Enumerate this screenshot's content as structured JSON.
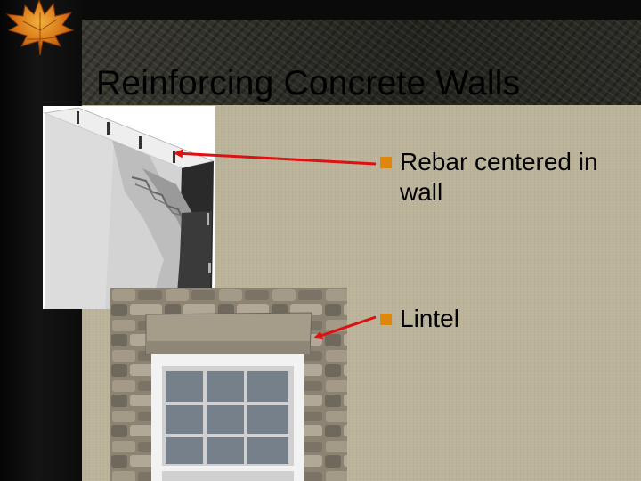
{
  "slide": {
    "title": "Reinforcing Concrete Walls",
    "bullets": [
      {
        "label": "Rebar centered in wall"
      },
      {
        "label": "Lintel"
      }
    ]
  },
  "colors": {
    "content_background": "#bcb49a",
    "bullet_marker": "#e0860a",
    "arrow": "#dd1111"
  },
  "icons": [
    "maple-leaf-icon",
    "bullet-square-icon",
    "arrow-icon"
  ]
}
